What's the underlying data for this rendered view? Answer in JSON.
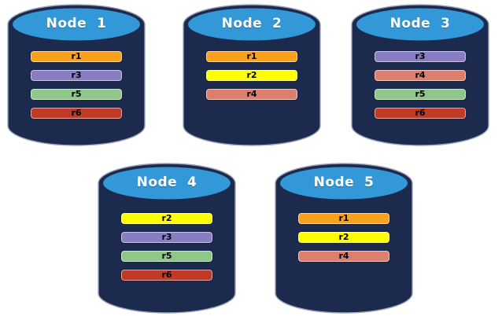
{
  "diagram": {
    "background_color": "#FFFFFF",
    "cylinder_body_color": "#1C2A4D",
    "cylinder_top_color": "#3398D8",
    "cylinder_outline_color": "#99A1BB",
    "title_color": "#FFFFFF",
    "bar_text_color": "#000000",
    "replica_colors": {
      "r1": "#F9A11C",
      "r2": "#FDFE00",
      "r3": "#887CC2",
      "r4": "#DD7F6E",
      "r5": "#8FC78A",
      "r6": "#C03A26"
    },
    "nodes": [
      {
        "id": "node-1",
        "title": "Node  1",
        "replicas": [
          "r1",
          "r3",
          "r5",
          "r6"
        ]
      },
      {
        "id": "node-2",
        "title": "Node  2",
        "replicas": [
          "r1",
          "r2",
          "r4"
        ]
      },
      {
        "id": "node-3",
        "title": "Node  3",
        "replicas": [
          "r3",
          "r4",
          "r5",
          "r6"
        ]
      },
      {
        "id": "node-4",
        "title": "Node  4",
        "replicas": [
          "r2",
          "r3",
          "r5",
          "r6"
        ]
      },
      {
        "id": "node-5",
        "title": "Node  5",
        "replicas": [
          "r1",
          "r2",
          "r4"
        ]
      }
    ]
  }
}
